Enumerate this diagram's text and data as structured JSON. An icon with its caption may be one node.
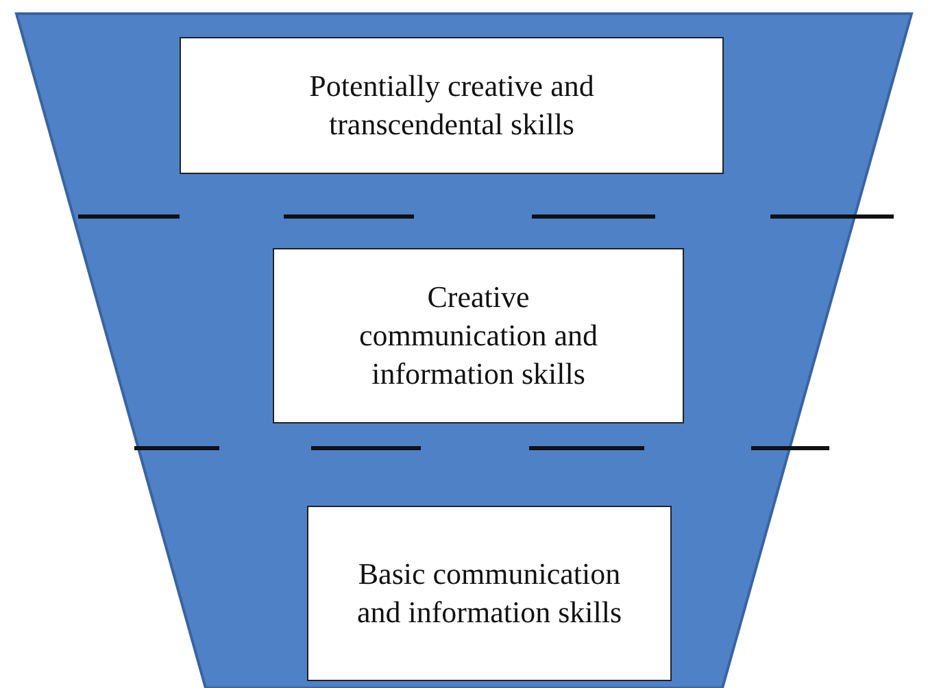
{
  "diagram": {
    "nodes": [
      {
        "text": [],
        "shape": "funnel"
      },
      {
        "text": [
          "Potentially creative and transcendental skills"
        ],
        "in": 0
      },
      {
        "text": [
          "Creative communication and information skills"
        ],
        "in": 0
      },
      {
        "text": [
          "Basic communication and information skills"
        ],
        "in": 0
      }
    ]
  }
}
